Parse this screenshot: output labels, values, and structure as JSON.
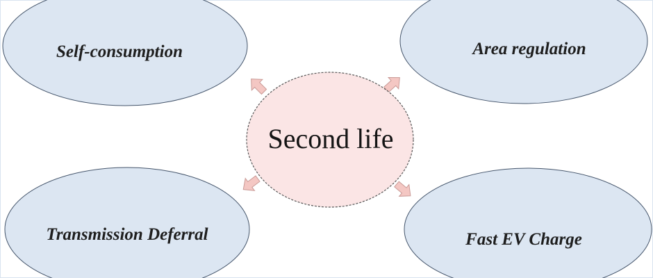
{
  "diagram": {
    "center": {
      "label": "Second life"
    },
    "nodes": {
      "top_left": {
        "label": "Self-consumption"
      },
      "top_right": {
        "label": "Area regulation"
      },
      "bottom_left": {
        "label": "Transmission Deferral"
      },
      "bottom_right": {
        "label": "Fast EV Charge"
      }
    },
    "colors": {
      "node_fill": "#dce6f2",
      "node_stroke": "#44546a",
      "center_fill": "#fbe5e5",
      "center_stroke": "#555555",
      "arrow_fill": "#f4c7c3",
      "arrow_stroke": "#c99a96",
      "frame": "#d9e3ef"
    }
  }
}
